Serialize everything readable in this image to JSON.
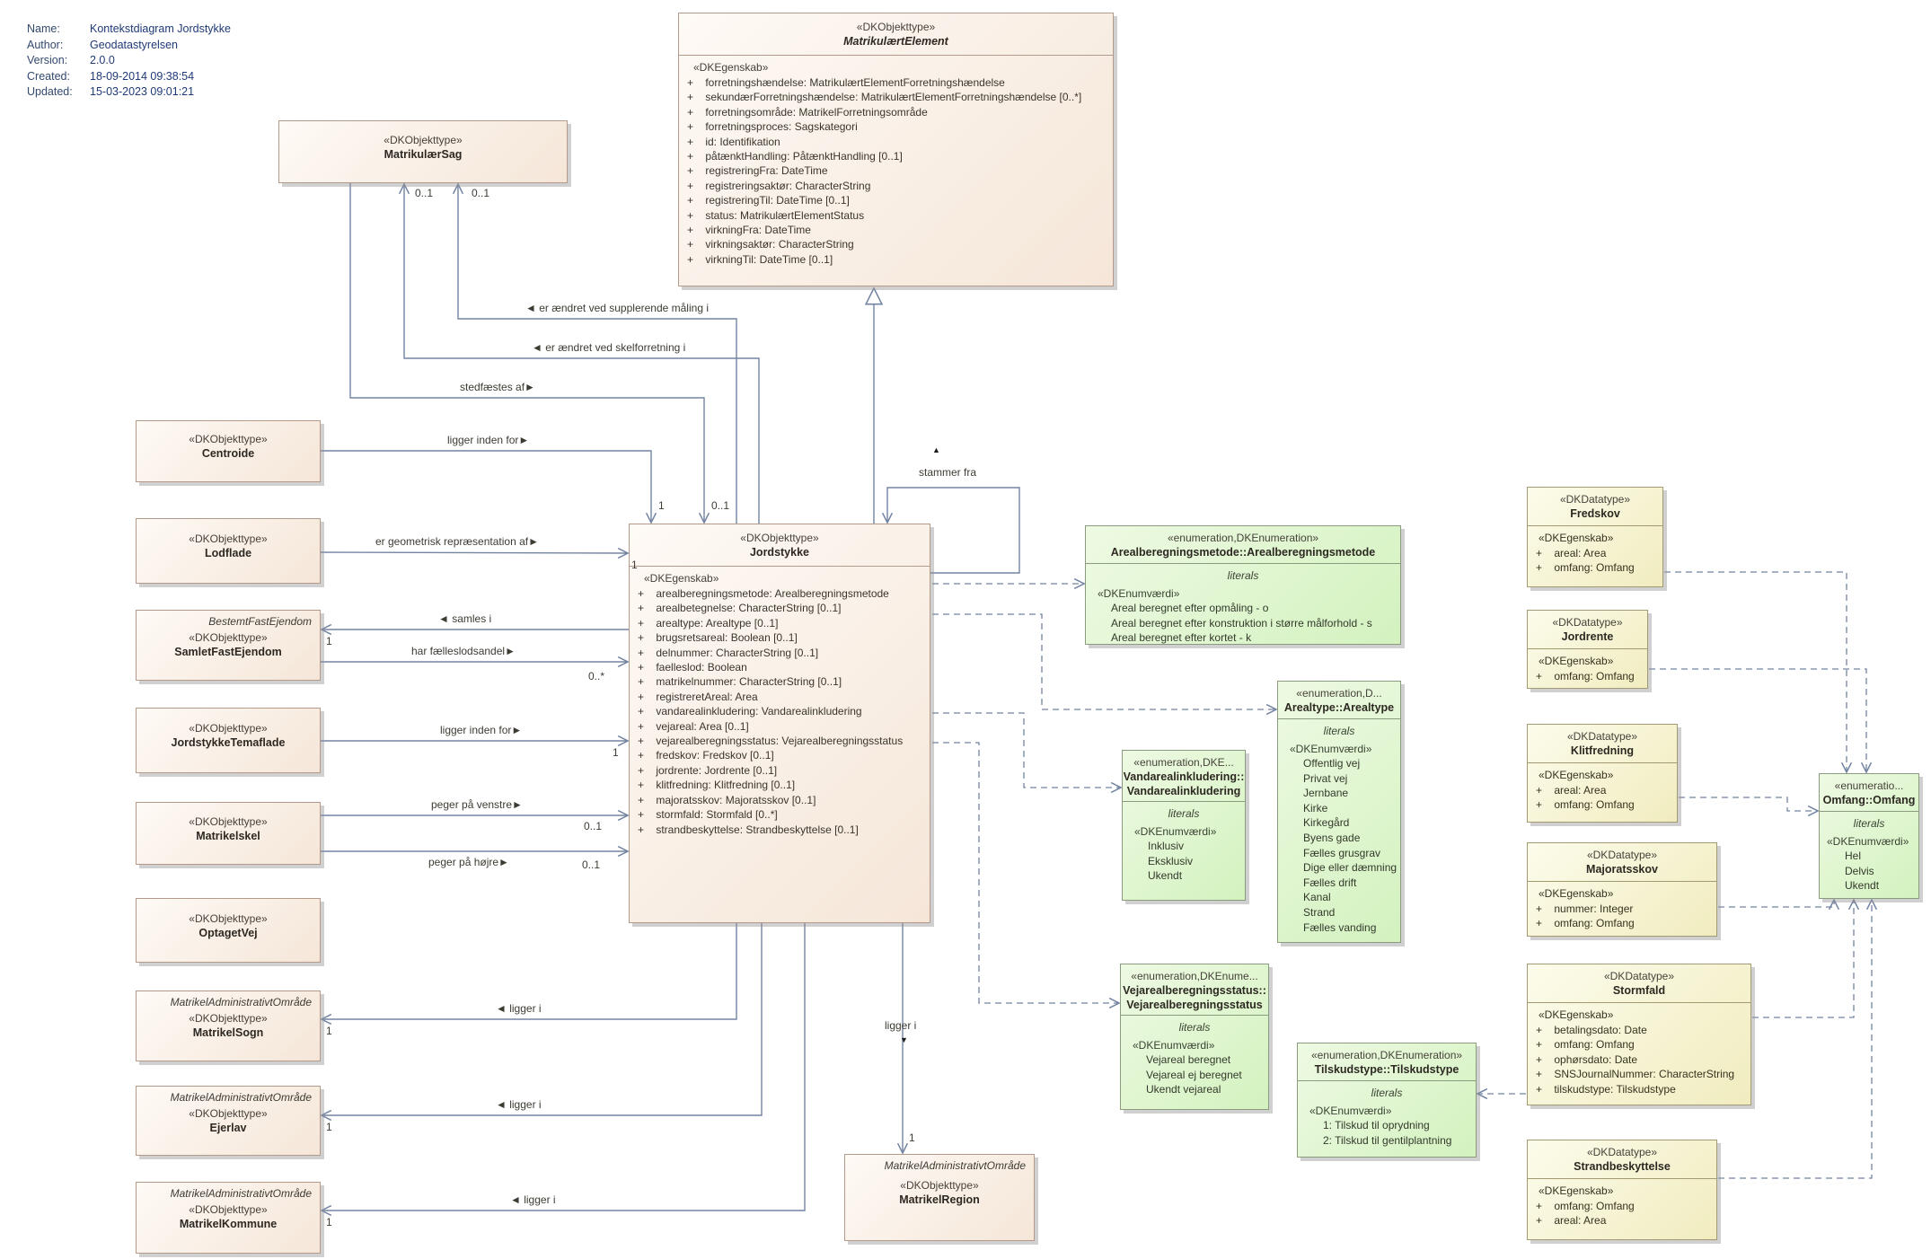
{
  "meta": {
    "rows": [
      {
        "key": "Name:",
        "value": "Kontekstdiagram Jordstykke"
      },
      {
        "key": "Author:",
        "value": "Geodatastyrelsen"
      },
      {
        "key": "Version:",
        "value": "2.0.0"
      },
      {
        "key": "Created:",
        "value": "18-09-2014 09:38:54"
      },
      {
        "key": "Updated:",
        "value": "15-03-2023 09:01:21"
      }
    ]
  },
  "colors": {
    "object_fill": "#f5e6d8",
    "enum_fill": "#d3f2bf",
    "datatype_fill": "#f1ecbf",
    "line": "#7384a2"
  },
  "classes": {
    "matrikulaersag": {
      "stereotype": "«DKObjekttype»",
      "name": "MatrikulærSag"
    },
    "matrikulaertelement": {
      "stereotype": "«DKObjekttype»",
      "name": "MatrikulærtElement",
      "attr_stereotype": "«DKEgenskab»",
      "attributes": [
        "+    forretningshændelse: MatrikulærtElementForretningshændelse",
        "+    sekundærForretningshændelse: MatrikulærtElementForretningshændelse [0..*]",
        "+    forretningsområde: MatrikelForretningsområde",
        "+    forretningsproces: Sagskategori",
        "+    id: Identifikation",
        "+    påtænktHandling: PåtænktHandling [0..1]",
        "+    registreringFra: DateTime",
        "+    registreringsaktør: CharacterString",
        "+    registreringTil: DateTime [0..1]",
        "+    status: MatrikulærtElementStatus",
        "+    virkningFra: DateTime",
        "+    virkningsaktør: CharacterString",
        "+    virkningTil: DateTime [0..1]"
      ]
    },
    "jordstykke": {
      "stereotype": "«DKObjekttype»",
      "name": "Jordstykke",
      "attr_stereotype": "«DKEgenskab»",
      "attributes": [
        "+    arealberegningsmetode: Arealberegningsmetode",
        "+    arealbetegnelse: CharacterString [0..1]",
        "+    arealtype: Arealtype [0..1]",
        "+    brugsretsareal: Boolean [0..1]",
        "+    delnummer: CharacterString [0..1]",
        "+    faelleslod: Boolean",
        "+    matrikelnummer: CharacterString [0..1]",
        "+    registreretAreal: Area",
        "+    vandarealinkludering: Vandarealinkludering",
        "+    vejareal: Area [0..1]",
        "+    vejarealberegningsstatus: Vejarealberegningsstatus",
        "+    fredskov: Fredskov [0..1]",
        "+    jordrente: Jordrente [0..1]",
        "+    klitfredning: Klitfredning [0..1]",
        "+    majoratsskov: Majoratsskov [0..1]",
        "+    stormfald: Stormfald [0..*]",
        "+    strandbeskyttelse: Strandbeskyttelse [0..1]"
      ]
    },
    "centroide": {
      "stereotype": "«DKObjekttype»",
      "name": "Centroide"
    },
    "lodflade": {
      "stereotype": "«DKObjekttype»",
      "name": "Lodflade"
    },
    "samletfastejendom": {
      "parent": "BestemtFastEjendom",
      "stereotype": "«DKObjekttype»",
      "name": "SamletFastEjendom"
    },
    "jordstykketemaflade": {
      "stereotype": "«DKObjekttype»",
      "name": "JordstykkeTemaflade"
    },
    "matrikelskel": {
      "stereotype": "«DKObjekttype»",
      "name": "Matrikelskel"
    },
    "optagetvej": {
      "stereotype": "«DKObjekttype»",
      "name": "OptagetVej"
    },
    "matrikelsogn": {
      "parent": "MatrikelAdministrativtOmråde",
      "stereotype": "«DKObjekttype»",
      "name": "MatrikelSogn"
    },
    "ejerlav": {
      "parent": "MatrikelAdministrativtOmråde",
      "stereotype": "«DKObjekttype»",
      "name": "Ejerlav"
    },
    "matrikelkommune": {
      "parent": "MatrikelAdministrativtOmråde",
      "stereotype": "«DKObjekttype»",
      "name": "MatrikelKommune"
    },
    "matrikelregion": {
      "parent": "MatrikelAdministrativtOmråde",
      "stereotype": "«DKObjekttype»",
      "name": "MatrikelRegion"
    }
  },
  "enums": {
    "arealberegningsmetode": {
      "stereotype": "«enumeration,DKEnumeration»",
      "name_lines": [
        "Arealberegningsmetode::Arealberegningsmetode"
      ],
      "literals_label": "literals",
      "value_stereotype": "«DKEnumværdi»",
      "values": [
        "Areal beregnet efter opmåling - o",
        "Areal beregnet efter konstruktion i større målforhold - s",
        "Areal beregnet efter kortet - k"
      ]
    },
    "arealtype": {
      "stereotype": "«enumeration,D...",
      "name_lines": [
        "Arealtype::Arealtype"
      ],
      "literals_label": "literals",
      "value_stereotype": "«DKEnumværdi»",
      "values": [
        "Offentlig vej",
        "Privat vej",
        "Jernbane",
        "Kirke",
        "Kirkegård",
        "Byens gade",
        "Fælles grusgrav",
        "Dige eller dæmning",
        "Fælles drift",
        "Kanal",
        "Strand",
        "Fælles vanding"
      ]
    },
    "vandarealinkludering": {
      "stereotype": "«enumeration,DKE...",
      "name_lines": [
        "Vandarealinkludering::",
        "Vandarealinkludering"
      ],
      "literals_label": "literals",
      "value_stereotype": "«DKEnumværdi»",
      "values": [
        "Inklusiv",
        "Eksklusiv",
        "Ukendt"
      ]
    },
    "vejarealberegningsstatus": {
      "stereotype": "«enumeration,DKEnume...",
      "name_lines": [
        "Vejarealberegningsstatus::",
        "Vejarealberegningsstatus"
      ],
      "literals_label": "literals",
      "value_stereotype": "«DKEnumværdi»",
      "values": [
        "Vejareal beregnet",
        "Vejareal ej beregnet",
        "Ukendt vejareal"
      ]
    },
    "tilskudstype": {
      "stereotype": "«enumeration,DKEnumeration»",
      "name_lines": [
        "Tilskudstype::Tilskudstype"
      ],
      "literals_label": "literals",
      "value_stereotype": "«DKEnumværdi»",
      "values": [
        "1: Tilskud til oprydning",
        "2: Tilskud til gentilplantning"
      ]
    },
    "omfang": {
      "stereotype": "«enumeratio...",
      "name_lines": [
        "Omfang::Omfang"
      ],
      "literals_label": "literals",
      "value_stereotype": "«DKEnumværdi»",
      "values": [
        "Hel",
        "Delvis",
        "Ukendt"
      ]
    }
  },
  "datatypes": {
    "fredskov": {
      "stereotype": "«DKDatatype»",
      "name": "Fredskov",
      "attr_stereotype": "«DKEgenskab»",
      "attributes": [
        "+    areal: Area",
        "+    omfang: Omfang"
      ]
    },
    "jordrente": {
      "stereotype": "«DKDatatype»",
      "name": "Jordrente",
      "attr_stereotype": "«DKEgenskab»",
      "attributes": [
        "+    omfang: Omfang"
      ]
    },
    "klitfredning": {
      "stereotype": "«DKDatatype»",
      "name": "Klitfredning",
      "attr_stereotype": "«DKEgenskab»",
      "attributes": [
        "+    areal: Area",
        "+    omfang: Omfang"
      ]
    },
    "majoratsskov": {
      "stereotype": "«DKDatatype»",
      "name": "Majoratsskov",
      "attr_stereotype": "«DKEgenskab»",
      "attributes": [
        "+    nummer: Integer",
        "+    omfang: Omfang"
      ]
    },
    "stormfald": {
      "stereotype": "«DKDatatype»",
      "name": "Stormfald",
      "attr_stereotype": "«DKEgenskab»",
      "attributes": [
        "+    betalingsdato: Date",
        "+    omfang: Omfang",
        "+    ophørsdato: Date",
        "+    SNSJournalNummer: CharacterString",
        "+    tilskudstype: Tilskudstype"
      ]
    },
    "strandbeskyttelse": {
      "stereotype": "«DKDatatype»",
      "name": "Strandbeskyttelse",
      "attr_stereotype": "«DKEgenskab»",
      "attributes": [
        "+    omfang: Omfang",
        "+    areal: Area"
      ]
    }
  },
  "edge_labels": {
    "supplerende": "◄ er ændret ved supplerende måling i",
    "skelforretning": "◄ er ændret ved skelforretning i",
    "stedfaestes": "stedfæstes af►",
    "centroide_ligger": "ligger inden for►",
    "geometrisk": "er geometrisk repræsentation af►",
    "samles": "◄ samles i",
    "faelleslodsandel": "har fælleslodsandel►",
    "temaflade_ligger": "ligger inden for►",
    "peger_venstre": "peger på venstre►",
    "peger_hojre": "peger på højre►",
    "ligger_i_sogn": "◄ ligger i",
    "ligger_i_ejerlav": "◄ ligger i",
    "ligger_i_kommune": "◄ ligger i",
    "stammer_fra": "stammer fra",
    "stammer_fra_dir": "▲",
    "ligger_i_region": "ligger i",
    "ligger_i_region_dir": "▼"
  },
  "multiplicities": {
    "sag_skelforretning": "0..1",
    "sag_supplerende": "0..1",
    "jord_top_centroide": "1",
    "jord_top_stedfaestes": "0..1",
    "geometrisk": "1",
    "samlet": "1",
    "faelleslod": "0..*",
    "temaflade": "1",
    "venstre": "0..1",
    "hojre": "0..1",
    "sogn": "1",
    "ejerlav": "1",
    "kommune": "1",
    "region": "1"
  }
}
